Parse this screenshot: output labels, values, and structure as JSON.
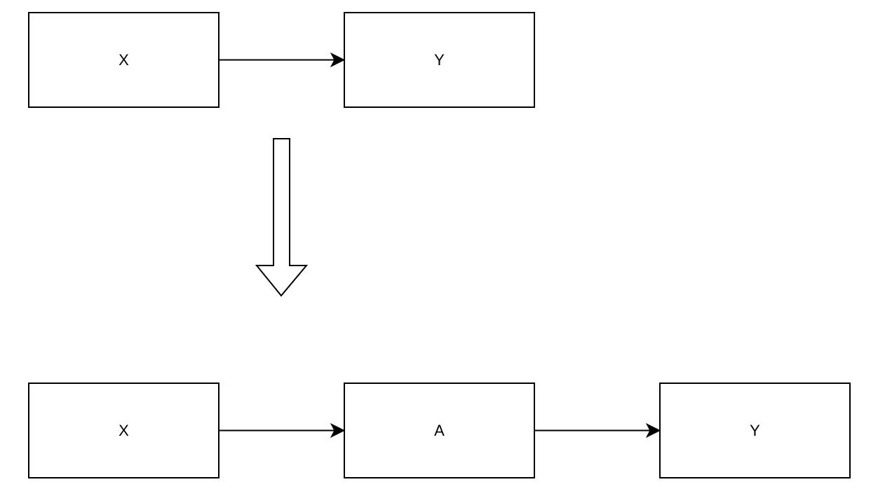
{
  "diagram": {
    "top_row": {
      "nodes": [
        {
          "id": "top-x",
          "label": "X"
        },
        {
          "id": "top-y",
          "label": "Y"
        }
      ],
      "edges": [
        {
          "from": "top-x",
          "to": "top-y"
        }
      ]
    },
    "transform_arrow": {
      "direction": "down",
      "style": "hollow-block"
    },
    "bottom_row": {
      "nodes": [
        {
          "id": "bottom-x",
          "label": "X"
        },
        {
          "id": "bottom-a",
          "label": "A"
        },
        {
          "id": "bottom-y",
          "label": "Y"
        }
      ],
      "edges": [
        {
          "from": "bottom-x",
          "to": "bottom-a"
        },
        {
          "from": "bottom-a",
          "to": "bottom-y"
        }
      ]
    }
  },
  "colors": {
    "stroke": "#000000",
    "fill": "#ffffff",
    "text": "#000000"
  }
}
